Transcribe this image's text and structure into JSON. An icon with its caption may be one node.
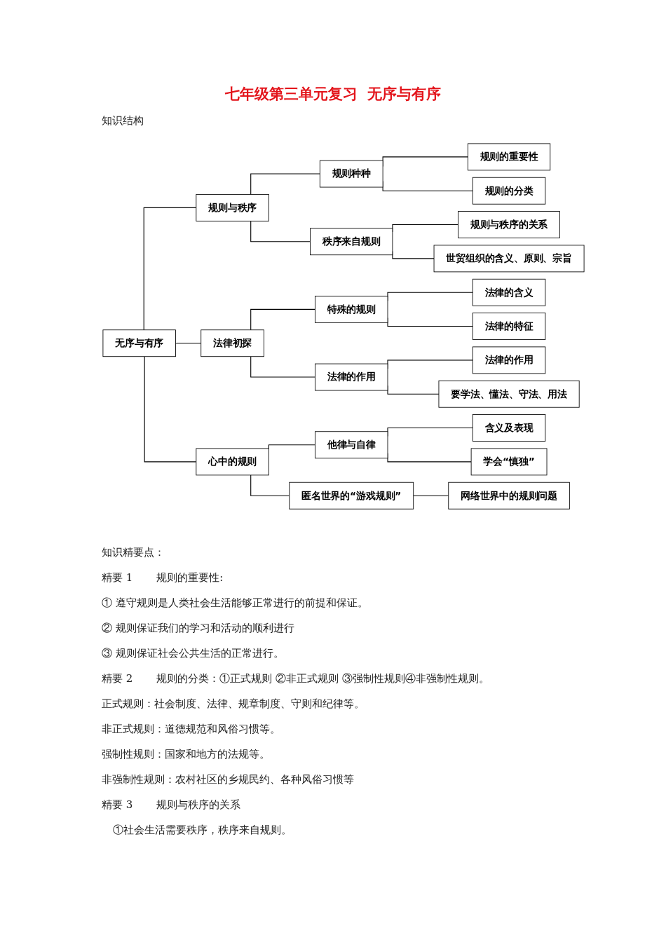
{
  "diagram": {
    "title": "七年级第三单元复习  无序与有序",
    "nodes": [
      {
        "text": [
          "无序与有序"
        ]
      },
      {
        "text": [
          "规则与秩序"
        ]
      },
      {
        "text": [
          "规则种种"
        ]
      },
      {
        "text": [
          "规则的重要性"
        ]
      },
      {
        "text": [
          "规则的分类"
        ]
      },
      {
        "text": [
          "秩序来自规则"
        ]
      },
      {
        "text": [
          "规则与秩序的关系"
        ]
      },
      {
        "text": [
          "世贸组织的含义、原则、宗旨"
        ]
      },
      {
        "text": [
          "法律初探"
        ]
      },
      {
        "text": [
          "特殊的规则"
        ]
      },
      {
        "text": [
          "法律的含义"
        ]
      },
      {
        "text": [
          "法律的特征"
        ]
      },
      {
        "text": [
          "法律的作用"
        ]
      },
      {
        "text": [
          "法律的作用"
        ]
      },
      {
        "text": [
          "要学法、懂法、守法、用法"
        ]
      },
      {
        "text": [
          "心中的规则"
        ]
      },
      {
        "text": [
          "他律与自律"
        ]
      },
      {
        "text": [
          "含义及表现"
        ]
      },
      {
        "text": [
          "学会“慎独”"
        ]
      },
      {
        "text": [
          "匿名世界的“游戏规则”"
        ]
      },
      {
        "text": [
          "网络世界中的规则问题"
        ]
      }
    ],
    "edges": [
      {
        "from": 0,
        "to": 1,
        "arrow": "none"
      },
      {
        "from": 0,
        "to": 8,
        "arrow": "none"
      },
      {
        "from": 0,
        "to": 15,
        "arrow": "none"
      },
      {
        "from": 1,
        "to": 2,
        "arrow": "none"
      },
      {
        "from": 1,
        "to": 5,
        "arrow": "none"
      },
      {
        "from": 2,
        "to": 3,
        "arrow": "none"
      },
      {
        "from": 2,
        "to": 4,
        "arrow": "none"
      },
      {
        "from": 5,
        "to": 6,
        "arrow": "none"
      },
      {
        "from": 5,
        "to": 7,
        "arrow": "none"
      },
      {
        "from": 8,
        "to": 9,
        "arrow": "none"
      },
      {
        "from": 8,
        "to": 12,
        "arrow": "none"
      },
      {
        "from": 9,
        "to": 10,
        "arrow": "none"
      },
      {
        "from": 9,
        "to": 11,
        "arrow": "none"
      },
      {
        "from": 12,
        "to": 13,
        "arrow": "none"
      },
      {
        "from": 12,
        "to": 14,
        "arrow": "none"
      },
      {
        "from": 15,
        "to": 16,
        "arrow": "none"
      },
      {
        "from": 15,
        "to": 19,
        "arrow": "none"
      },
      {
        "from": 16,
        "to": 17,
        "arrow": "none"
      },
      {
        "from": 16,
        "to": 18,
        "arrow": "none"
      },
      {
        "from": 19,
        "to": 20,
        "arrow": "none"
      }
    ],
    "labels": [
      "知识结构",
      "知识精要点：",
      "精要 1",
      "规则的重要性:",
      "① 遵守规则是人类社会生活能够正常进行的前提和保证。",
      "② 规则保证我们的学习和活动的顺利进行",
      "③ 规则保证社会公共生活的正常进行。",
      "精要 2",
      "规则的分类：①正式规则 ②非正式规则 ③强制性规则④非强制性规则。",
      "正式规则：社会制度、法律、规章制度、守则和纪律等。",
      "非正式规则：道德规范和风俗习惯等。",
      "强制性规则：国家和地方的法规等。",
      "非强制性规则：农村社区的乡规民约、各种风俗习惯等",
      "精要 3",
      "规则与秩序的关系",
      "①社会生活需要秩序，秩序来自规则。"
    ]
  }
}
